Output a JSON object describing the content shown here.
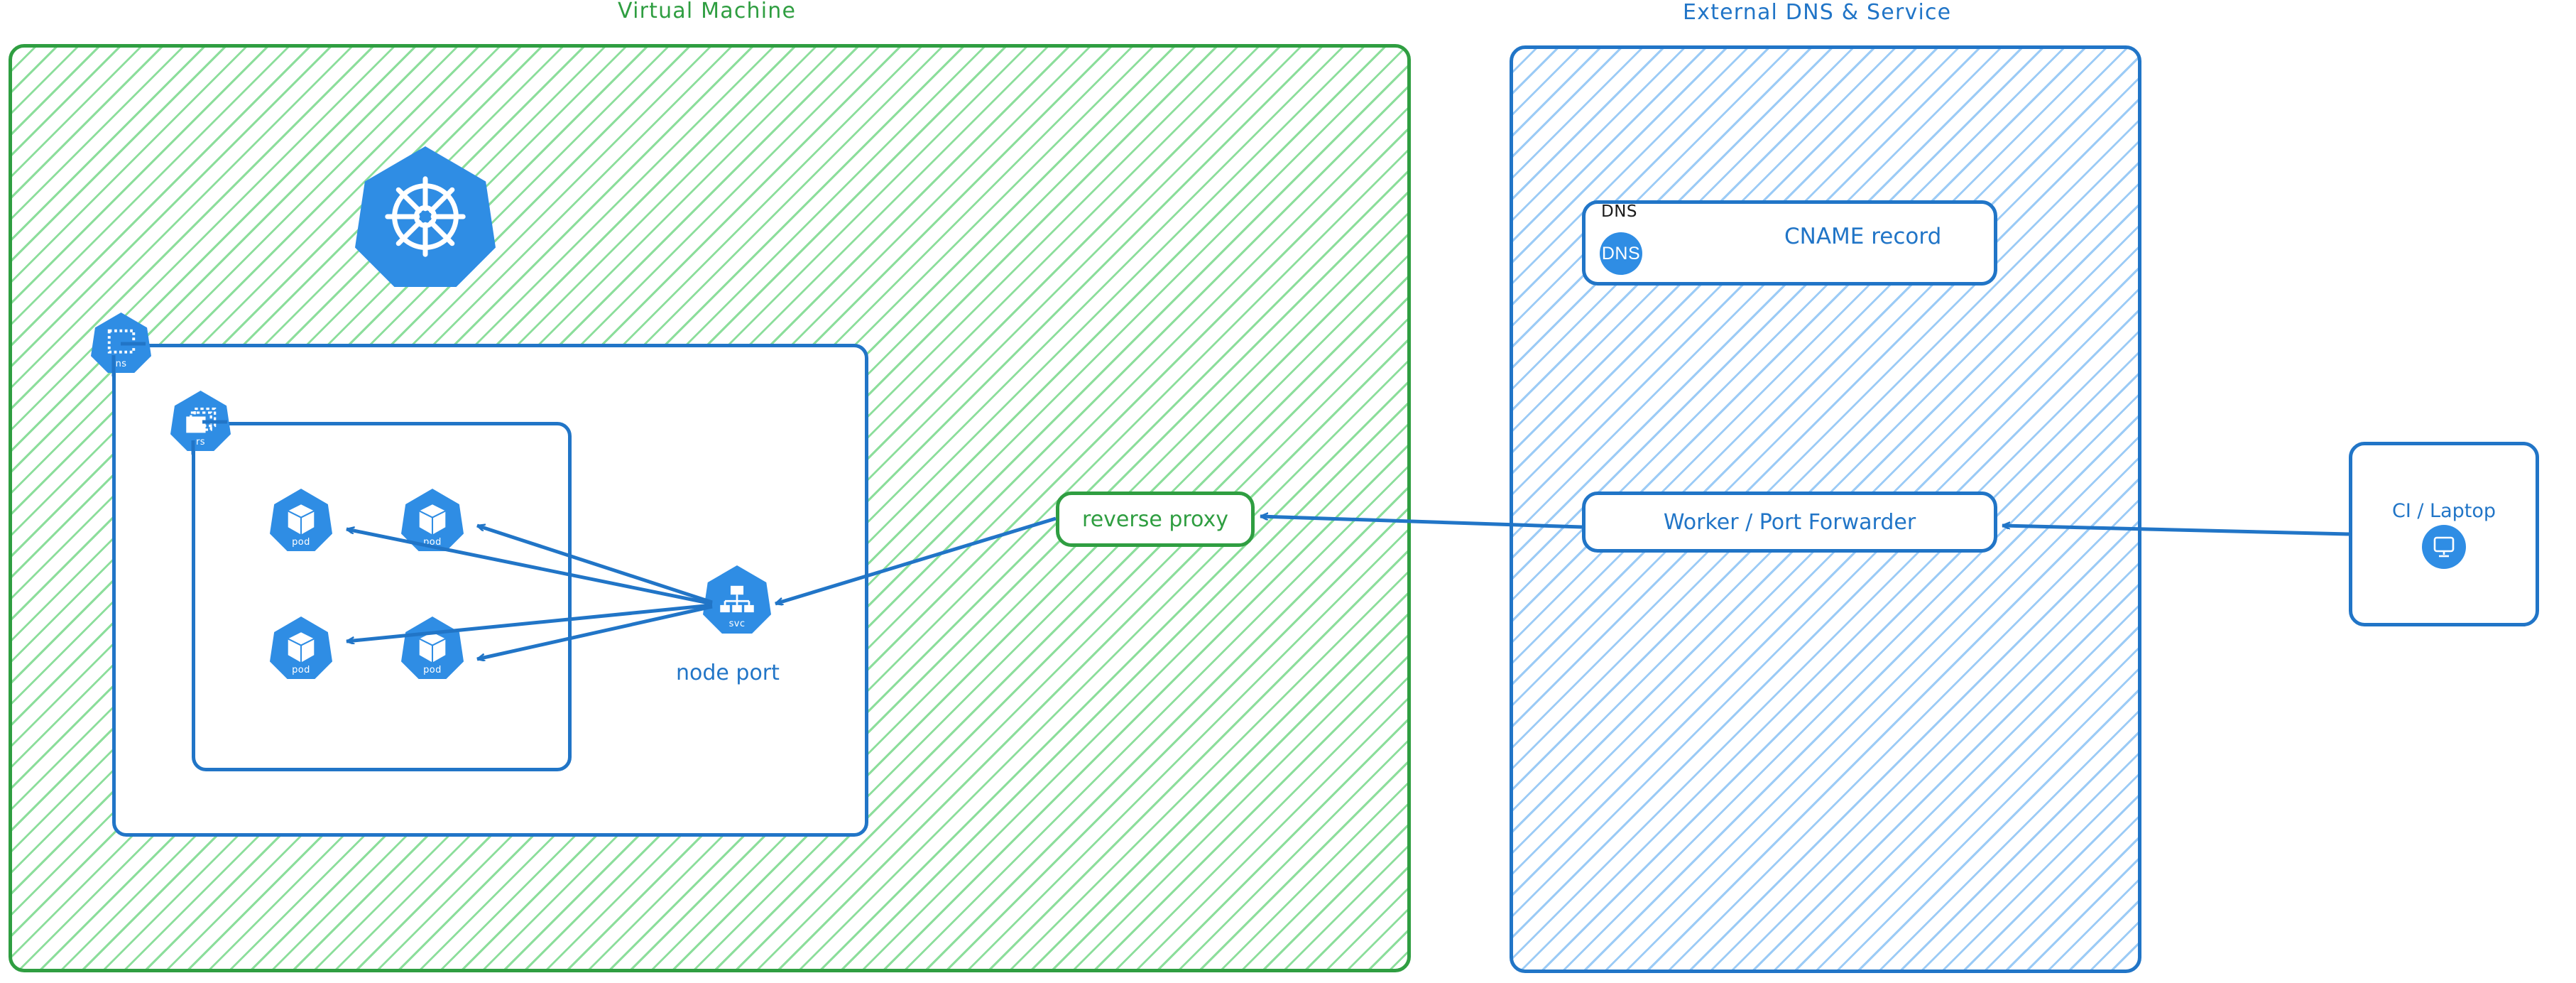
{
  "regions": [
    {
      "id": "virtual-machine",
      "title": "Virtual Machine",
      "color": "#2f9e41",
      "hatch": "#86dc96"
    },
    {
      "id": "external-dns-service",
      "title": "External DNS & Service",
      "color": "#2175c7",
      "hatch": "#96c8f5"
    }
  ],
  "vm": {
    "title": "Virtual Machine",
    "cluster_logo": "kubernetes-logo",
    "namespace": {
      "icon_label": "ns",
      "icon": "namespace-icon"
    },
    "replicaset": {
      "icon_label": "rs",
      "icon": "replicaset-icon"
    },
    "pods": [
      {
        "label": "pod",
        "icon": "pod-icon"
      },
      {
        "label": "pod",
        "icon": "pod-icon"
      },
      {
        "label": "pod",
        "icon": "pod-icon"
      },
      {
        "label": "pod",
        "icon": "pod-icon"
      }
    ],
    "service": {
      "icon_label": "svc",
      "icon": "service-icon",
      "caption": "node port"
    },
    "reverse_proxy": {
      "label": "reverse proxy"
    }
  },
  "external": {
    "title": "External DNS & Service",
    "dns_card": {
      "tag": "DNS",
      "badge": "DNS",
      "label": "CNAME record"
    },
    "worker": {
      "label": "Worker / Port Forwarder"
    },
    "client": {
      "label": "CI / Laptop",
      "icon": "desktop-monitor-icon"
    }
  },
  "connections": [
    {
      "from": "reverse-proxy",
      "to": "service",
      "style": "arrow"
    },
    {
      "from": "service",
      "to": "pod-1",
      "style": "arrow"
    },
    {
      "from": "service",
      "to": "pod-2",
      "style": "arrow"
    },
    {
      "from": "service",
      "to": "pod-3",
      "style": "arrow"
    },
    {
      "from": "service",
      "to": "pod-4",
      "style": "arrow"
    },
    {
      "from": "worker",
      "to": "reverse-proxy",
      "style": "arrow"
    },
    {
      "from": "client",
      "to": "worker",
      "style": "arrow"
    }
  ],
  "colors": {
    "k8s_blue": "#2f8de4",
    "line_blue": "#2175c7",
    "green": "#2f9e41",
    "text_dark": "#1b1b1b",
    "white": "#ffffff"
  }
}
